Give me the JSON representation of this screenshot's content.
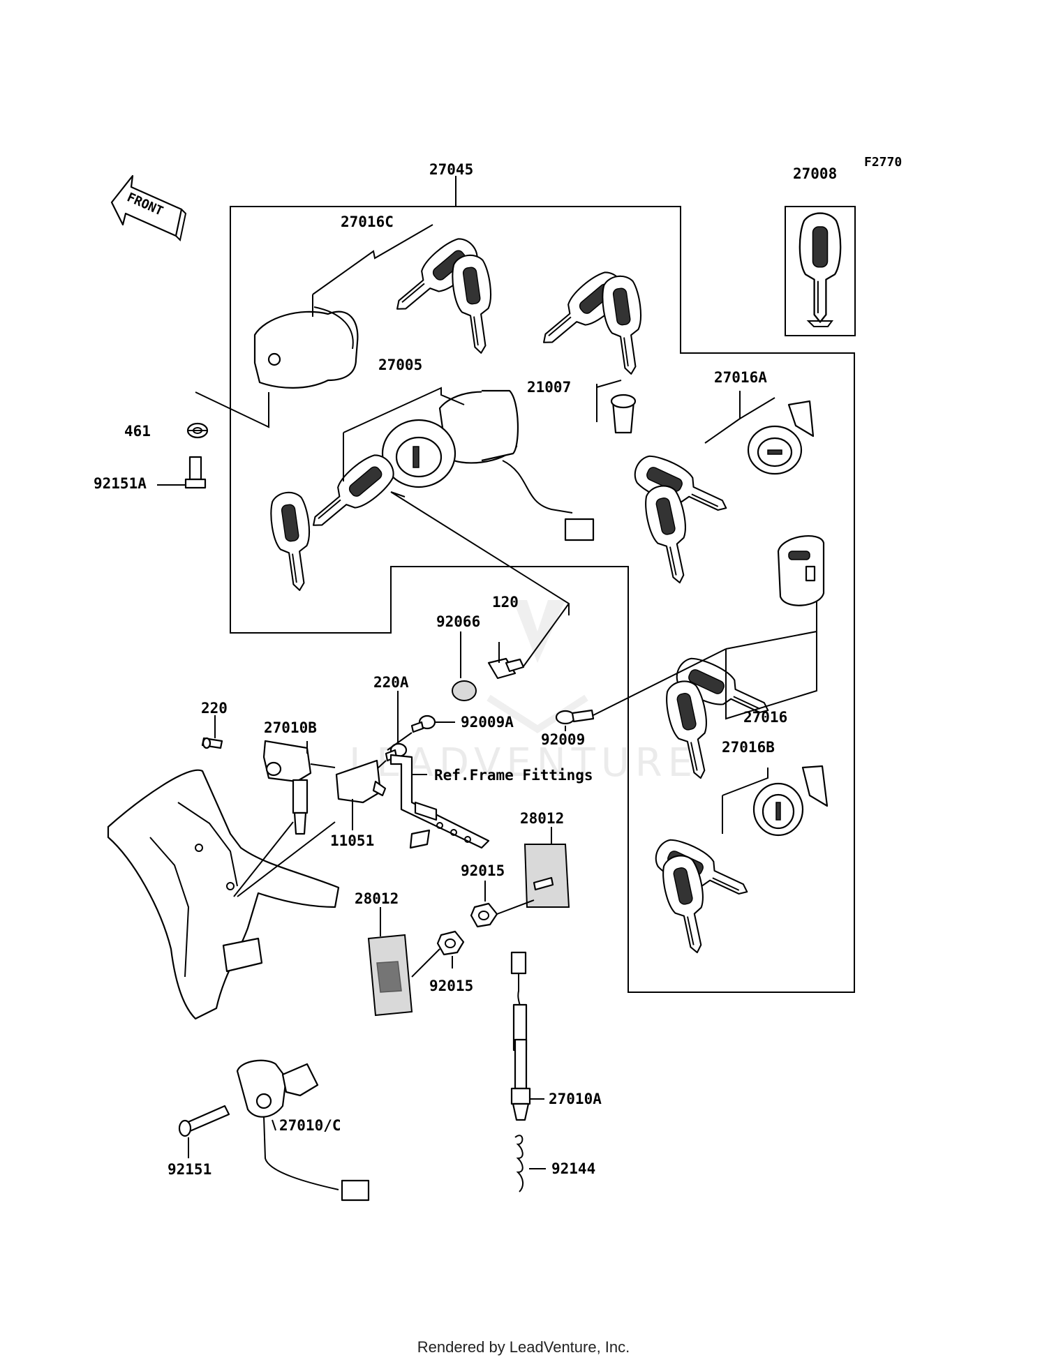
{
  "diagram": {
    "figure_code": "F2770",
    "direction_label": "FRONT",
    "watermark": "LEADVENTURE",
    "frame_note": "Ref.Frame Fittings",
    "part_labels": {
      "p27045": "27045",
      "p27008": "27008",
      "p27016C": "27016C",
      "p27005": "27005",
      "p21007": "21007",
      "p27016A": "27016A",
      "p461": "461",
      "p92151A": "92151A",
      "p120": "120",
      "p92066": "92066",
      "p220A": "220A",
      "p220": "220",
      "p27010B": "27010B",
      "p92009A": "92009A",
      "p92009": "92009",
      "p27016": "27016",
      "p27016B": "27016B",
      "p11051": "11051",
      "p28012a": "28012",
      "p92015a": "92015",
      "p28012b": "28012",
      "p92015b": "92015",
      "p27010A": "27010A",
      "p27010C": "27010/C",
      "p92151": "92151",
      "p92144": "92144"
    }
  },
  "footer": {
    "text": "Rendered by LeadVenture, Inc."
  }
}
